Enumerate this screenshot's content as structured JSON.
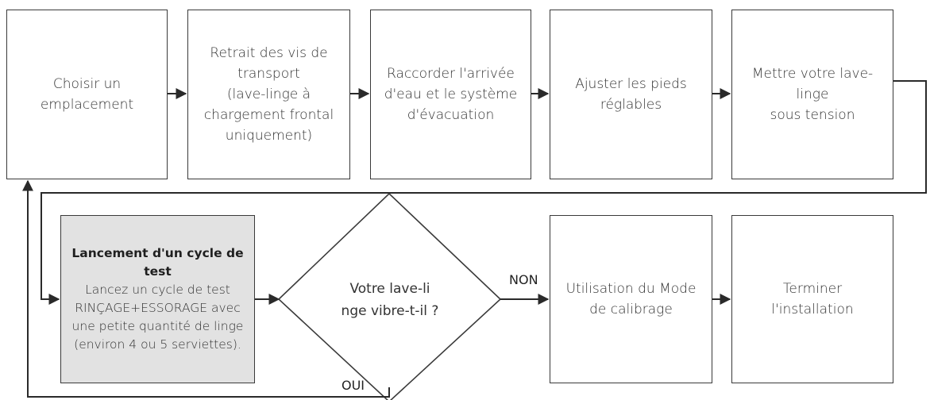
{
  "steps": {
    "s1": {
      "lines": [
        "Choisir un",
        "emplacement"
      ]
    },
    "s2": {
      "lines": [
        "Retrait des vis de",
        "transport",
        "(lave-linge à",
        "chargement frontal",
        "uniquement)"
      ]
    },
    "s3": {
      "lines": [
        "Raccorder l'arrivée",
        "d'eau et le système",
        "d'évacuation"
      ]
    },
    "s4": {
      "lines": [
        "Ajuster les pieds",
        "réglables"
      ]
    },
    "s5": {
      "lines": [
        "Mettre votre lave-linge",
        "sous tension"
      ]
    },
    "s6": {
      "title": "Lancement d'un cycle de test",
      "lines": [
        "Lancez un cycle de test",
        "RINÇAGE+ESSORAGE avec",
        "une petite quantité de linge",
        "(environ 4 ou 5 serviettes)."
      ]
    },
    "s7": {
      "lines": [
        "Utilisation du Mode",
        "de calibrage"
      ]
    },
    "s8": {
      "lines": [
        "Terminer l'installation"
      ]
    }
  },
  "decision": {
    "lines": [
      "Votre lave-li",
      "nge vibre-t-il ?"
    ]
  },
  "labels": {
    "no": "NON",
    "yes": "OUI"
  },
  "colors": {
    "stroke": "#3a3a3a",
    "shaded_fill": "#e2e2e2"
  }
}
